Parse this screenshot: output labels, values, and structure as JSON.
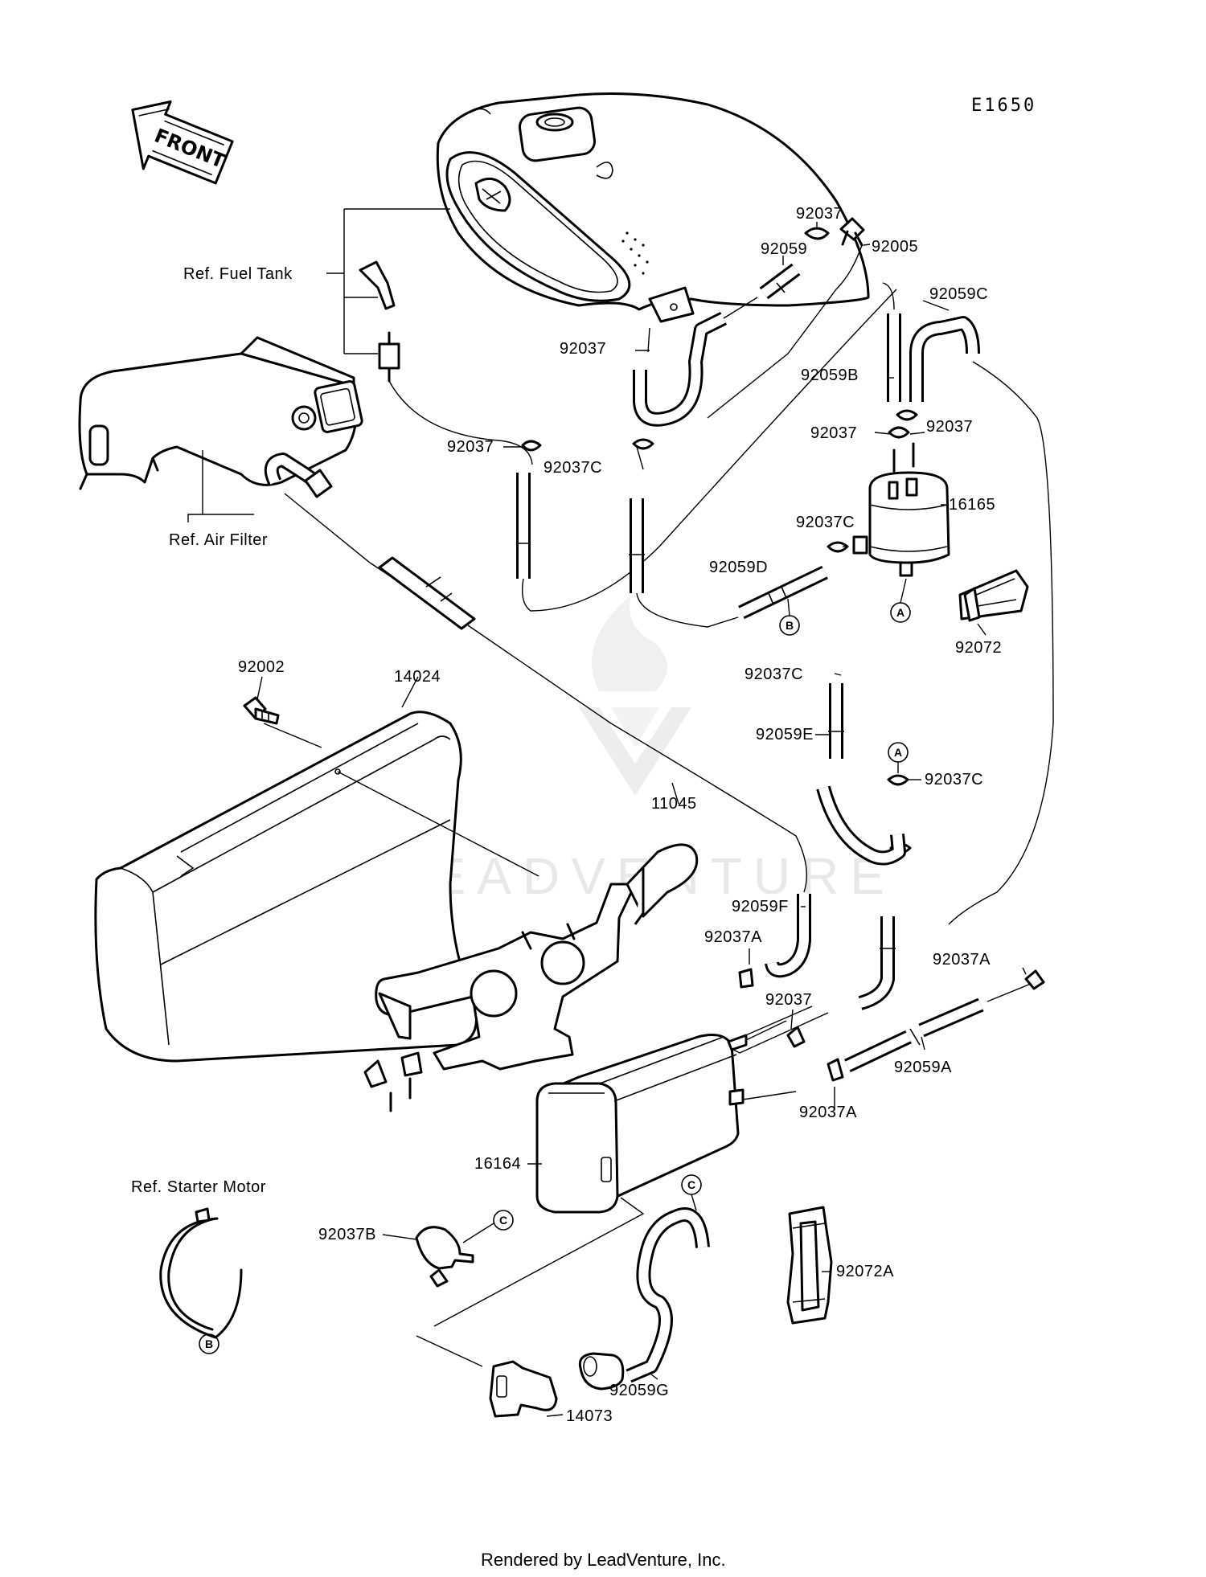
{
  "diagram_code": "E1650",
  "front_arrow": "FRONT",
  "references": {
    "fuel_tank": "Ref. Fuel Tank",
    "air_filter": "Ref. Air Filter",
    "starter_motor": "Ref. Starter Motor"
  },
  "labels": {
    "p92037_top": "92037",
    "p92059": "92059",
    "p92005": "92005",
    "p92059C": "92059C",
    "p92037_tank": "92037",
    "p92059B": "92059B",
    "p92037_filter_left": "92037",
    "p92037_filter_right": "92037",
    "p92037_left": "92037",
    "p92037C_mid": "92037C",
    "p16165": "16165",
    "p92037C_filter": "92037C",
    "p92059D": "92059D",
    "p92072": "92072",
    "p92002": "92002",
    "p14024": "14024",
    "p92037C_lower": "92037C",
    "p92059E": "92059E",
    "p92037C_right": "92037C",
    "p11045": "11045",
    "p92059F": "92059F",
    "p92037A_left": "92037A",
    "p92037A_right": "92037A",
    "p92037_canister": "92037",
    "p92059A": "92059A",
    "p92037A_bottom": "92037A",
    "p16164": "16164",
    "p92037B": "92037B",
    "p92072A": "92072A",
    "p92059G": "92059G",
    "p14073": "14073"
  },
  "markers": {
    "a": "A",
    "b": "B",
    "c": "C"
  },
  "watermark": "LEADVENTURE",
  "footer": "Rendered by LeadVenture, Inc."
}
